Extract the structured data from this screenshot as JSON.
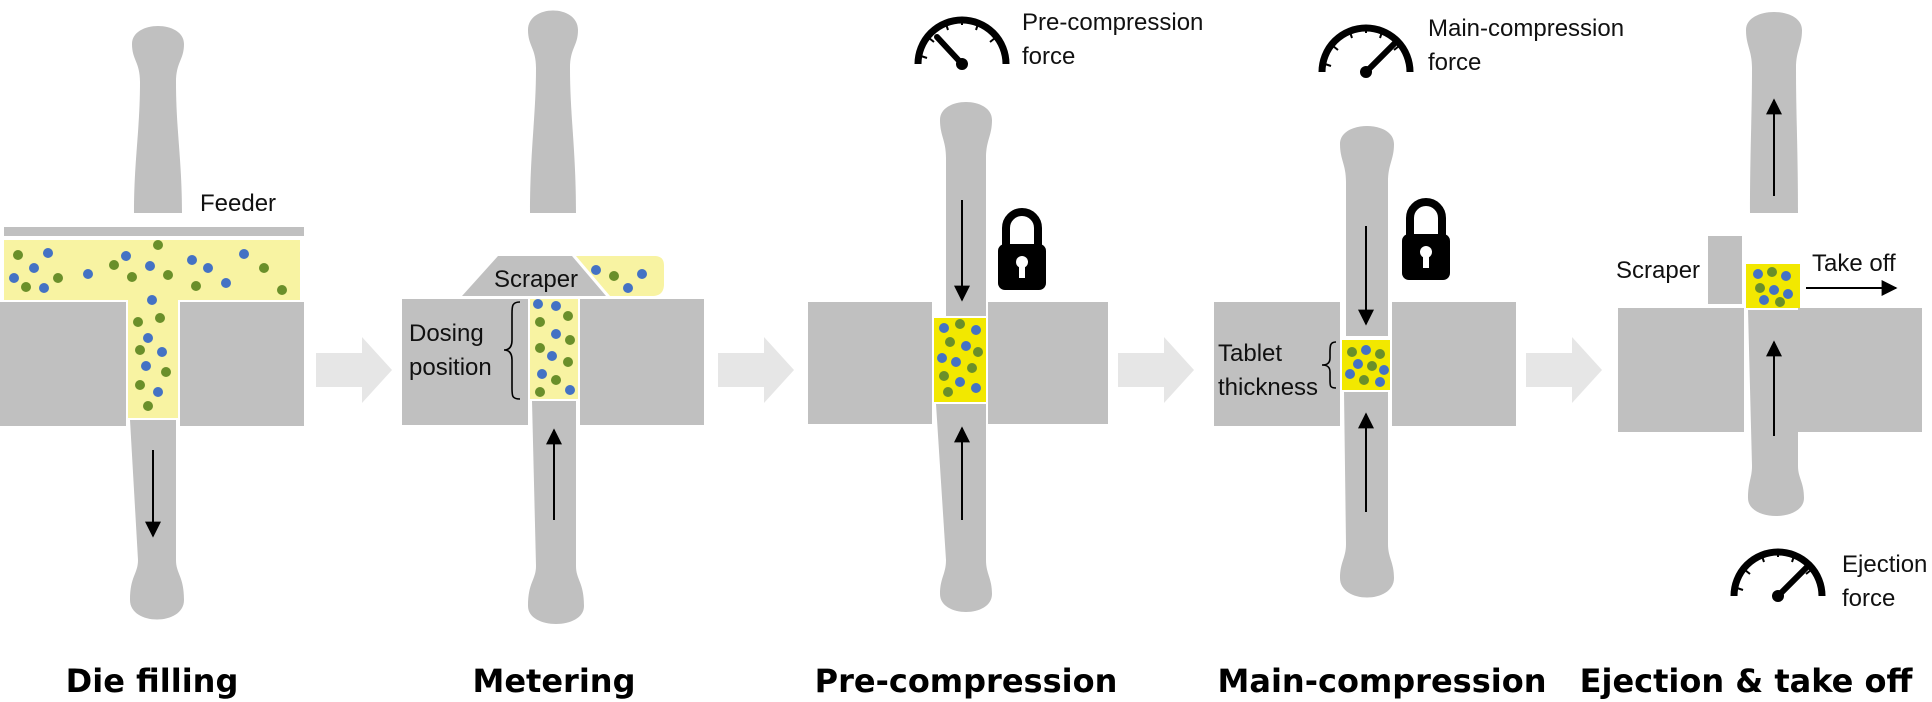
{
  "labels": {
    "feeder": "Feeder",
    "scraper": "Scraper",
    "dosing_line1": "Dosing",
    "dosing_line2": "position",
    "precompression_line1": "Pre-compression",
    "precompression_line2": "force",
    "maincompression_line1": "Main-compression",
    "maincompression_line2": "force",
    "tablet_line1": "Tablet",
    "tablet_line2": "thickness",
    "takeoff": "Take off",
    "ejection_line1": "Ejection",
    "ejection_line2": "force"
  },
  "stages": [
    {
      "title": "Die filling"
    },
    {
      "title": "Metering"
    },
    {
      "title": "Pre-compression"
    },
    {
      "title": "Main-compression"
    },
    {
      "title": "Ejection & take off"
    }
  ],
  "colors": {
    "machine": "#c0c0c0",
    "powder": "#f8f3a2",
    "tablet": "#f2e800",
    "granule_blue": "#4472c4",
    "granule_green": "#6a8f2a",
    "process_arrow": "#e6e6e6",
    "icon": "#000000"
  },
  "icons": [
    "gauge-icon",
    "lock-icon",
    "process-arrow-icon",
    "motion-arrow-icon"
  ]
}
